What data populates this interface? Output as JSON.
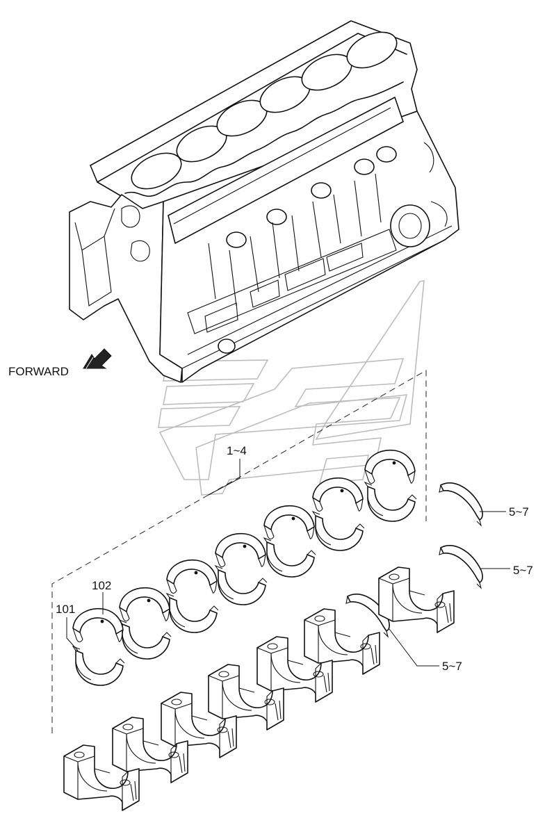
{
  "labels": {
    "forward": "FORWARD",
    "cylinder_block_ref": "1~4",
    "thrust_washer_ref": "5~7",
    "lower_bearing_ref": "101",
    "upper_bearing_ref": "102"
  },
  "colors": {
    "line": "#111111",
    "watermark": "#bdbdbd",
    "background": "#ffffff"
  },
  "icons": [
    "forward-arrow-icon"
  ]
}
